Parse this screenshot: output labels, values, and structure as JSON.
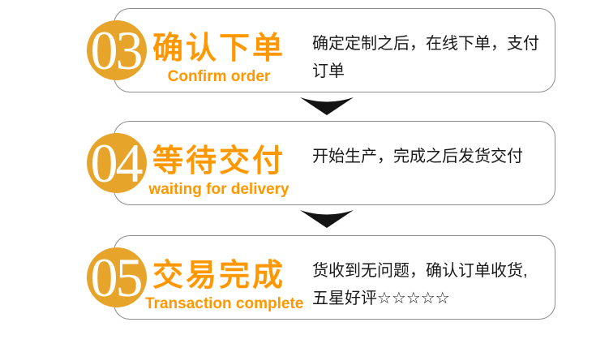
{
  "flow": {
    "steps": [
      {
        "number": "03",
        "title": "确认下单",
        "subtitle": "Confirm order",
        "description_line1": "确定定制之后，在线下单，支付",
        "description_line2": "订单"
      },
      {
        "number": "04",
        "title": "等待交付",
        "subtitle": "waiting for delivery",
        "description_line1": "开始生产，完成之后发货交付",
        "description_line2": ""
      },
      {
        "number": "05",
        "title": "交易完成",
        "subtitle": "Transaction complete",
        "description_line1": "货收到无问题，确认订单收货,",
        "description_line2": "五星好评☆☆☆☆☆"
      }
    ],
    "colors": {
      "step_circle": "#E7A42A",
      "accent_text": "#FF9800",
      "card_border": "#8d8d8d",
      "description_text": "#1a1a1a",
      "arrow": "#141414",
      "number_text": "#ffffff"
    }
  }
}
